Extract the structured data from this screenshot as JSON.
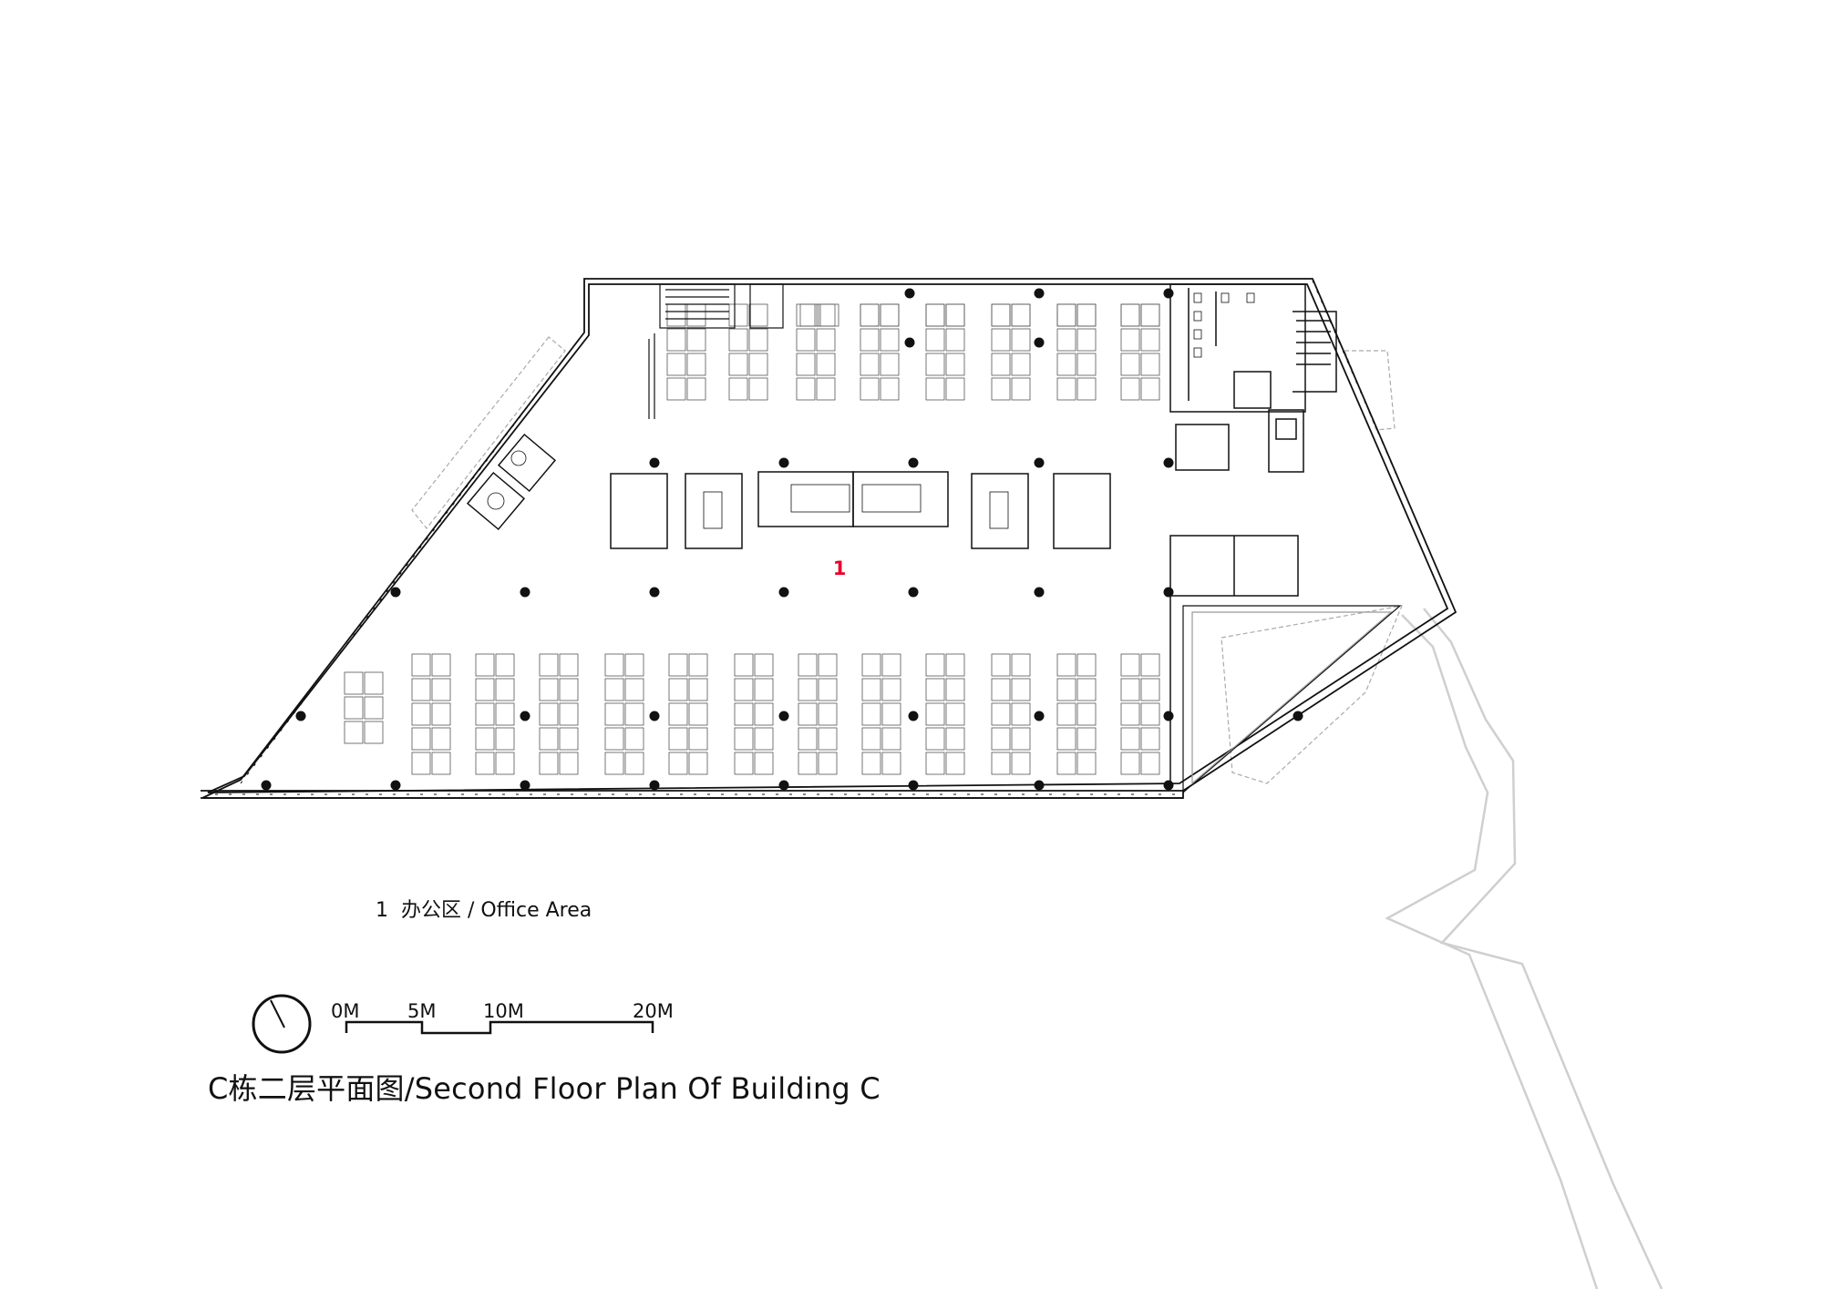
{
  "plan": {
    "room_number": "1",
    "room_number_color": "#e8002a",
    "line_color": "#111111",
    "site_line_color": "#c8c8c8"
  },
  "legend": {
    "number": "1",
    "label": "办公区 / Office Area"
  },
  "scale_bar": {
    "marks": [
      "0M",
      "5M",
      "10M",
      "20M"
    ]
  },
  "north_arrow": {
    "icon": "north-arrow-icon"
  },
  "title": "C栋二层平面图/Second Floor Plan Of Building C"
}
